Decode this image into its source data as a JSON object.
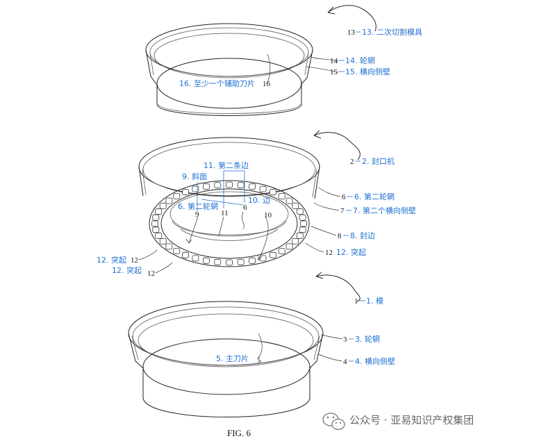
{
  "colors": {
    "annotation": "#1e6fd0",
    "line": "#222222",
    "watermark": "#666666"
  },
  "figure": {
    "caption": "FIG. 6"
  },
  "refs": {
    "r13": "13",
    "r14": "14",
    "r15": "15",
    "r16": "16",
    "r2": "2",
    "r6_right": "6",
    "r7": "7",
    "r8": "8",
    "r12_right": "12",
    "r12_left_upper": "12",
    "r12_left_lower": "12",
    "r11": "11",
    "r6_inner": "6",
    "r9": "9",
    "r10": "10",
    "r1": "1",
    "r3": "3",
    "r4": "4",
    "r5": "5"
  },
  "annotations": {
    "a13": "13. 二次切割模具",
    "a14": "14. 轮辋",
    "a15": "15. 横向侧壁",
    "a16": "16. 至少一个辅助刀片",
    "a2": "2. 封口机",
    "a11": "11. 第二条边",
    "a9": "9. 斜面",
    "a6_inner": "6. 第二轮辋",
    "a10": "10. 边",
    "a6_right": "6. 第二轮辋",
    "a7": "7. 第二个横向侧壁",
    "a8": "8. 封边",
    "a12_right": "12. 突起",
    "a12_left_upper": "12. 突起",
    "a12_left_lower": "12. 突起",
    "a1": "1. 模",
    "a3": "3. 轮辋",
    "a4": "4. 横向侧壁",
    "a5": "5. 主刀片"
  },
  "watermark": {
    "text": "公众号 · 亚易知识产权集团",
    "icon": "wechat-icon"
  }
}
